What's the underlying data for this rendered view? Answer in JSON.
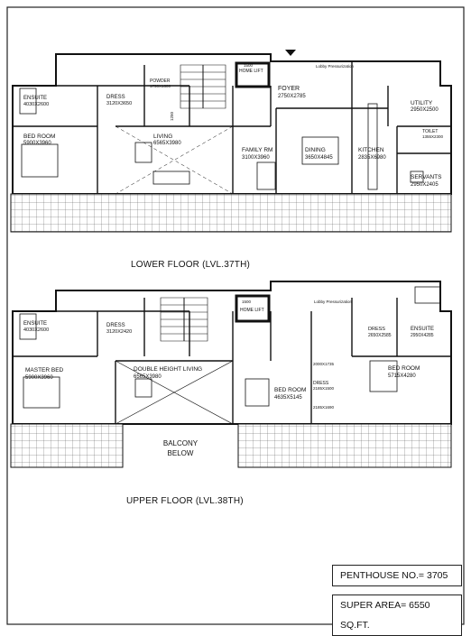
{
  "lower_floor": {
    "caption": "LOWER FLOOR (LVL.37TH)",
    "rooms": [
      {
        "name": "ENSUITE",
        "size": "4030X2600"
      },
      {
        "name": "DRESS",
        "size": "3120X3650"
      },
      {
        "name": "POWDER",
        "size": "1750X1600"
      },
      {
        "name": "HOME LIFT",
        "size": ""
      },
      {
        "name": "FOYER",
        "size": "2750X2785"
      },
      {
        "name": "Lobby Pressurization",
        "size": ""
      },
      {
        "name": "UTILITY",
        "size": "2950X2500"
      },
      {
        "name": "BED ROOM",
        "size": "5900X3960"
      },
      {
        "name": "LIVING",
        "size": "6565X3980"
      },
      {
        "name": "FAMILY RM",
        "size": "3100X3960"
      },
      {
        "name": "DINING",
        "size": "3650X4845"
      },
      {
        "name": "KITCHEN",
        "size": "2835X6980"
      },
      {
        "name": "TOILET",
        "size": "1355X2300"
      },
      {
        "name": "SERVANTS",
        "size": "2950X2405"
      }
    ],
    "dims": [
      "1500",
      "1250"
    ]
  },
  "upper_floor": {
    "caption": "UPPER FLOOR (LVL.38TH)",
    "rooms": [
      {
        "name": "ENSUITE",
        "size": "4030X2600"
      },
      {
        "name": "DRESS",
        "size": "3120X2420"
      },
      {
        "name": "HOME LIFT",
        "size": ""
      },
      {
        "name": "Lobby Pressurization",
        "size": ""
      },
      {
        "name": "DRESS",
        "size": "2650X2585"
      },
      {
        "name": "ENSUITE",
        "size": "2950X4285"
      },
      {
        "name": "MASTER BED",
        "size": "5900X3960"
      },
      {
        "name": "DOUBLE HEIGHT LIVING",
        "size": "6565X3980"
      },
      {
        "name": "DRESS",
        "size": "2185X1500"
      },
      {
        "name": "BED ROOM",
        "size": "4635X5145"
      },
      {
        "name": "BED ROOM",
        "size": "5715X4280"
      },
      {
        "name": "BALCONY",
        "size": "BELOW"
      }
    ],
    "dims": [
      "1500",
      "2185X1690",
      "2000X1735"
    ]
  },
  "info": {
    "penthouse": "PENTHOUSE NO.= 3705",
    "super_area": "SUPER AREA= 6550 SQ.FT."
  }
}
